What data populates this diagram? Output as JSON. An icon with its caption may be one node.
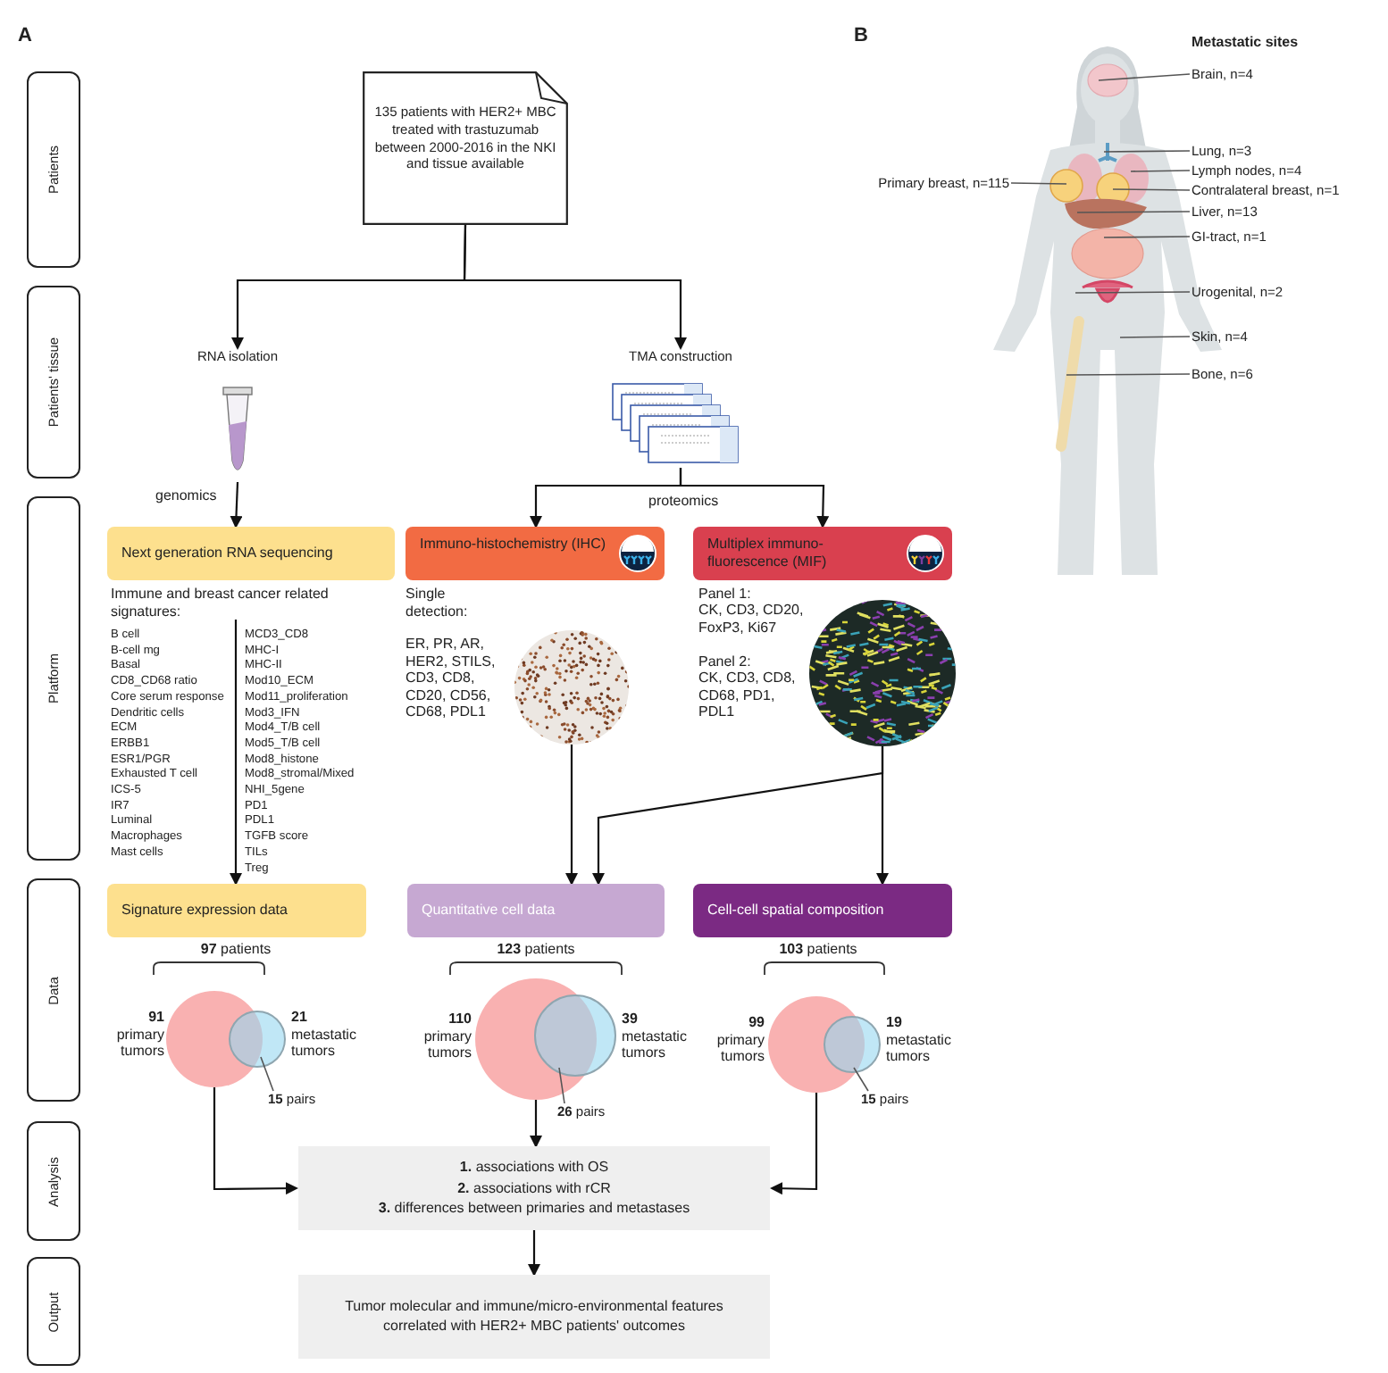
{
  "diagram": {
    "nodes": [
      {
        "text": [
          "Patients"
        ]
      },
      {
        "text": [
          "Patients' tissue"
        ]
      },
      {
        "text": [
          "Platform"
        ]
      },
      {
        "text": [
          "Data"
        ]
      },
      {
        "text": [
          "Analysis"
        ]
      },
      {
        "text": [
          "Output"
        ]
      },
      {
        "text": [
          "135 patients with HER2+ MBC treated with trastuzumab between 2000-2016 in the NKI and tissue available"
        ]
      },
      {
        "text": [
          "RNA isolation"
        ]
      },
      {
        "text": [
          "TMA construction"
        ]
      },
      {
        "text": [],
        "shape": "picture"
      },
      {
        "text": [],
        "shape": "picture"
      },
      {
        "text": [
          "Next generation RNA sequencing"
        ],
        "beside": [
          "Immune and breast cancer related signatures:"
        ]
      },
      {
        "text": [
          "Immuno-histochemistry (IHC)"
        ]
      },
      {
        "text": [
          "Multiplex immuno-fluorescence (MIF)"
        ]
      },
      {
        "text": [],
        "shape": "picture"
      },
      {
        "text": [],
        "shape": "picture"
      },
      {
        "text": [
          "Signature expression data"
        ]
      },
      {
        "text": [
          "Quantitative cell data"
        ]
      },
      {
        "text": [
          "Cell-cell spatial composition"
        ]
      },
      {
        "text": [],
        "shape": "circle"
      },
      {
        "text": [],
        "shape": "circle"
      },
      {
        "text": [
          "**15** pairs"
        ]
      },
      {
        "text": [],
        "shape": "circle"
      },
      {
        "text": [],
        "shape": "circle"
      },
      {
        "text": [
          "**26** pairs"
        ]
      },
      {
        "text": [],
        "shape": "circle"
      },
      {
        "text": [],
        "shape": "circle"
      },
      {
        "text": [
          "**15** pairs"
        ]
      },
      {
        "text": [
          "**1.** associations with OS",
          "**2.** associations with rCR",
          "**3.** differences between primaries and metastases"
        ]
      },
      {
        "text": [
          "Tumor molecular and immune/micro-environmental features correlated with HER2+ MBC patients' outcomes"
        ]
      },
      {
        "text": [
          "Brain, n=4"
        ]
      },
      {
        "text": [
          "Lung, n=3"
        ]
      },
      {
        "text": [
          "Lymph nodes, n=4"
        ]
      },
      {
        "text": [
          "Primary breast, n=115"
        ]
      },
      {
        "text": [
          "Contralateral breast, n=1"
        ]
      },
      {
        "text": [
          "Liver, n=13"
        ]
      },
      {
        "text": [
          "GI-tract, n=1"
        ]
      },
      {
        "text": [
          "Urogenital, n=2"
        ]
      },
      {
        "text": [
          "Skin, n=4"
        ]
      },
      {
        "text": [
          "Bone, n=6"
        ]
      }
    ],
    "edges": [
      {
        "from": 6,
        "to": 7,
        "arrow": "to"
      },
      {
        "from": 6,
        "to": 8,
        "arrow": "to"
      },
      {
        "from": 9,
        "to": 11,
        "arrow": "to",
        "label": "genomics"
      },
      {
        "from": 10,
        "to": 12,
        "arrow": "to"
      },
      {
        "from": 10,
        "to": 13,
        "arrow": "to",
        "label": "proteomics"
      },
      {
        "from": 11,
        "to": 16,
        "arrow": "to"
      },
      {
        "from": 14,
        "to": 17,
        "arrow": "to"
      },
      {
        "from": 15,
        "to": 17,
        "arrow": "to"
      },
      {
        "from": 15,
        "to": 18,
        "arrow": "to"
      },
      {
        "from": 21,
        "to": 20,
        "arrow": "none"
      },
      {
        "from": 24,
        "to": 23,
        "arrow": "none"
      },
      {
        "from": 27,
        "to": 26,
        "arrow": "none"
      },
      {
        "from": 19,
        "to": 28,
        "arrow": "to"
      },
      {
        "from": 22,
        "to": 28,
        "arrow": "to"
      },
      {
        "from": 25,
        "to": 28,
        "arrow": "to"
      },
      {
        "from": 28,
        "to": 29,
        "arrow": "to"
      },
      {
        "from": 30,
        "to": null,
        "arrow": "none"
      },
      {
        "from": 31,
        "to": null,
        "arrow": "none"
      },
      {
        "from": 32,
        "to": null,
        "arrow": "none"
      },
      {
        "from": 33,
        "to": null,
        "arrow": "none"
      },
      {
        "from": 34,
        "to": null,
        "arrow": "none"
      },
      {
        "from": 35,
        "to": null,
        "arrow": "none"
      },
      {
        "from": 36,
        "to": null,
        "arrow": "none"
      },
      {
        "from": 37,
        "to": null,
        "arrow": "none"
      },
      {
        "from": 38,
        "to": null,
        "arrow": "none"
      },
      {
        "from": 39,
        "to": null,
        "arrow": "none"
      }
    ],
    "labels": [
      "A",
      "B",
      "Metastatic sites",
      "B cell",
      "B-cell mg",
      "Basal",
      "CD8_CD68 ratio",
      "Core serum response",
      "Dendritic cells",
      "ECM",
      "ERBB1",
      "ESR1/PGR",
      "Exhausted T cell",
      "ICS-5",
      "IR7",
      "Luminal",
      "Macrophages",
      "Mast cells",
      "MCD3_CD8",
      "MHC-I",
      "MHC-II",
      "Mod10_ECM",
      "Mod11_proliferation",
      "Mod3_IFN",
      "Mod4_T/B cell",
      "Mod5_T/B cell",
      "Mod8_histone",
      "Mod8_stromal/Mixed",
      "NHI_5gene",
      "PD1",
      "PDL1",
      "TGFB score",
      "TILs",
      "Treg",
      "Single detection:",
      "ER, PR, AR, HER2, STILS, CD3, CD8, CD20, CD56, CD68, PDL1",
      "Panel 1:",
      "CK, CD3, CD20, FoxP3, Ki67",
      "Panel 2:",
      "CK, CD3, CD8, CD68, PD1, PDL1",
      "**97** patients",
      "**91** primary tumors",
      "**21** metastatic tumors",
      "**123** patients",
      "**110** primary tumors",
      "**39** metastatic tumors",
      "**103** patients",
      "**99** primary tumors",
      "**19** metastatic tumors"
    ]
  }
}
